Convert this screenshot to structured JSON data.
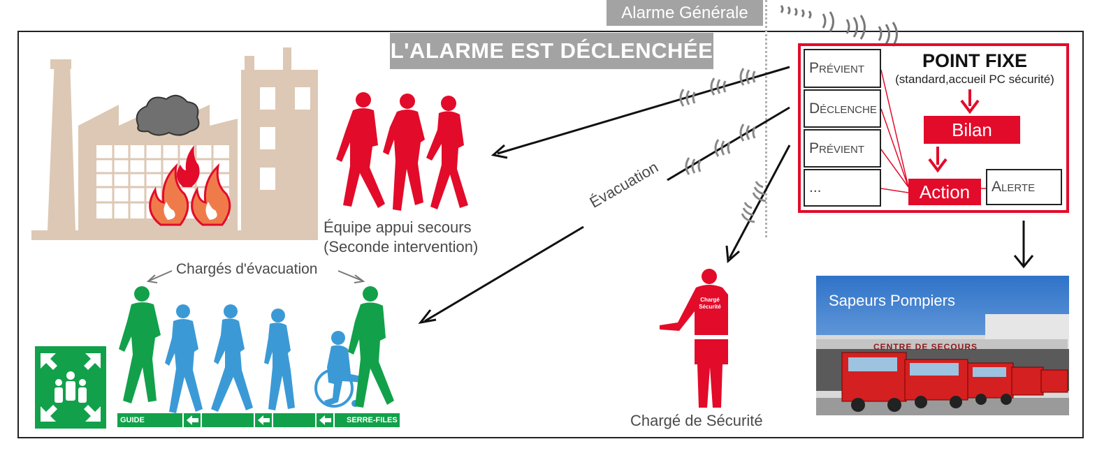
{
  "title": "L'ALARME EST DÉCLENCHÉE",
  "alarm_general": "Alarme Générale",
  "point_fixe": {
    "title": "POINT FIXE",
    "subtitle": "(standard,accueil PC sécurité)",
    "actions": [
      "Prévient",
      "Déclenche",
      "Prévient",
      "..."
    ],
    "bilan": "Bilan",
    "action": "Action",
    "alerte": "Alerte"
  },
  "team_label_line1": "Équipe appui secours",
  "team_label_line2": "(Seconde intervention)",
  "evacuation_label": "Évacuation",
  "evac_managers_label": "Chargés d'évacuation",
  "guide_label": "GUIDE",
  "serre_files_label": "SERRE-FILES",
  "security_officer_label": "Chargé de Sécurité",
  "security_vest_line1": "Chargé",
  "security_vest_line2": "Sécurité",
  "firefighters": {
    "label": "Sapeurs Pompiers",
    "station_sign": "CENTRE DE SECOURS"
  },
  "colors": {
    "red": "#e30b2a",
    "green": "#12a14a",
    "blue": "#3b9ad6",
    "beige": "#dcc8b4",
    "grey_banner": "#a3a3a3"
  }
}
